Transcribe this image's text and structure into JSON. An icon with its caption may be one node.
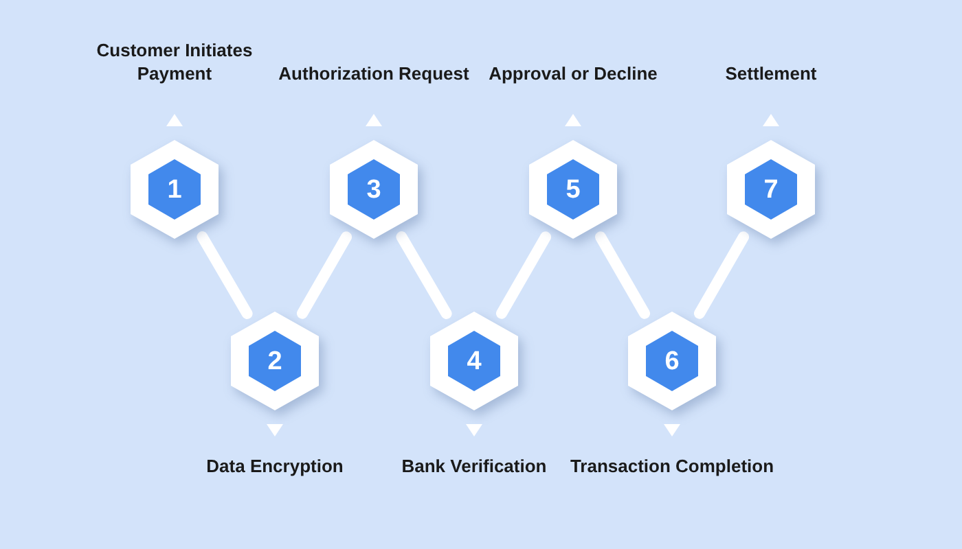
{
  "diagram": {
    "nodes": [
      {
        "text": [
          "1"
        ],
        "beside": [
          "Customer Initiates Payment"
        ]
      },
      {
        "text": [
          "2"
        ],
        "beside": [
          "Data Encryption"
        ]
      },
      {
        "text": [
          "3"
        ],
        "beside": [
          "Authorization Request"
        ]
      },
      {
        "text": [
          "4"
        ],
        "beside": [
          "Bank Verification"
        ]
      },
      {
        "text": [
          "5"
        ],
        "beside": [
          "Approval or Decline"
        ]
      },
      {
        "text": [
          "6"
        ],
        "beside": [
          "Transaction Completion"
        ]
      },
      {
        "text": [
          "7"
        ],
        "beside": [
          "Settlement"
        ]
      }
    ],
    "edges": [
      {
        "from": 0,
        "to": 1,
        "arrow": "none"
      },
      {
        "from": 1,
        "to": 2,
        "arrow": "none"
      },
      {
        "from": 2,
        "to": 3,
        "arrow": "none"
      },
      {
        "from": 3,
        "to": 4,
        "arrow": "none"
      },
      {
        "from": 4,
        "to": 5,
        "arrow": "none"
      },
      {
        "from": 5,
        "to": 6,
        "arrow": "none"
      }
    ]
  }
}
